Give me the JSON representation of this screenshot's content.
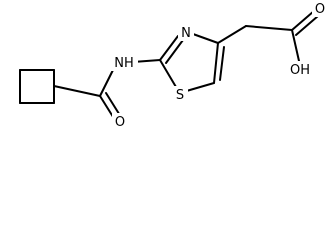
{
  "molecule": {
    "atoms": {
      "nh": "NH",
      "o_amide": "O",
      "n_ring": "N",
      "s_ring": "S",
      "o_carbonyl": "O",
      "oh": "OH"
    }
  }
}
